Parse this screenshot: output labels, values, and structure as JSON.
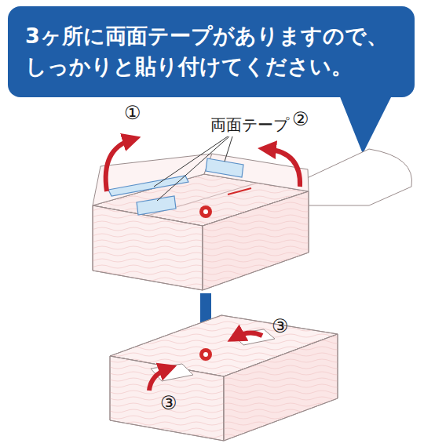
{
  "diagram": {
    "nodes": [
      {
        "text": [
          "3ヶ所に両面テープがありますので、 しっかりと貼り付けてください。"
        ]
      }
    ],
    "labels": [
      "両面テープ",
      "①",
      "②",
      "③",
      "③"
    ]
  }
}
